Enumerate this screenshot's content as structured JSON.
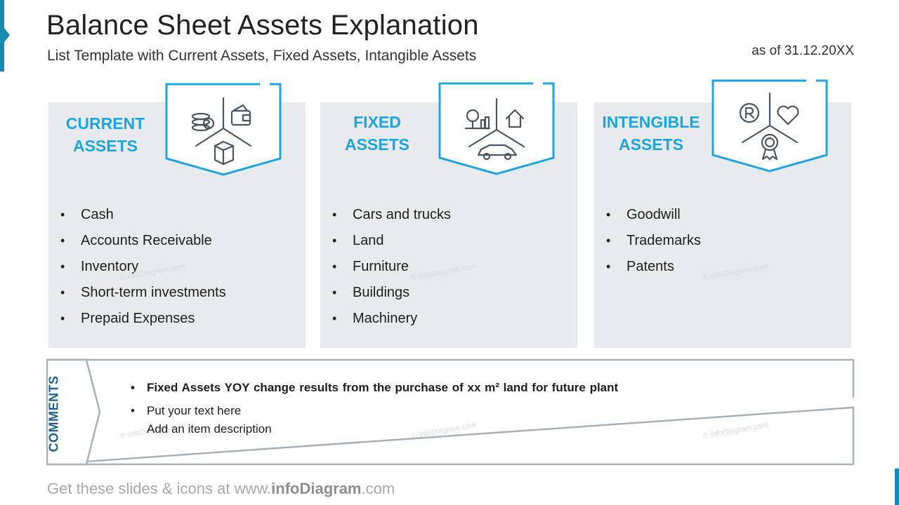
{
  "header": {
    "title": "Balance Sheet Assets Explanation",
    "subtitle": "List Template with Current Assets, Fixed Assets, Intangible Assets",
    "as_of": "as of 31.12.20XX"
  },
  "colors": {
    "accent": "#1ea4e0",
    "accent_dark": "#1a8bb0",
    "card_bg": "#e8ebee",
    "icon_stroke": "#4a5560",
    "comments_label": "#1f5f8b"
  },
  "cards": [
    {
      "heading_line1": "CURRENT",
      "heading_line2": "ASSETS",
      "icons": [
        "coins-icon",
        "wallet-icon",
        "box-icon"
      ],
      "items": [
        "Cash",
        "Accounts Receivable",
        "Inventory",
        "Short-term investments",
        "Prepaid Expenses"
      ]
    },
    {
      "heading_line1": "FIXED",
      "heading_line2": "ASSETS",
      "icons": [
        "tree-icon",
        "house-icon",
        "car-icon"
      ],
      "items": [
        "Cars and trucks",
        "Land",
        "Furniture",
        "Buildings",
        "Machinery"
      ]
    },
    {
      "heading_line1": "INTENGIBLE",
      "heading_line2": "ASSETS",
      "icons": [
        "registered-icon",
        "heart-icon",
        "award-icon"
      ],
      "items": [
        "Goodwill",
        "Trademarks",
        "Patents"
      ]
    }
  ],
  "comments": {
    "label": "COMMENTS",
    "bold_item": "Fixed Assets YOY change results from the purchase of xx m² land for future plant",
    "item": "Put your text here",
    "description": "Add an item description"
  },
  "footer": {
    "prefix": "Get these slides & icons at www.",
    "brand": "infoDiagram",
    "suffix": ".com"
  }
}
